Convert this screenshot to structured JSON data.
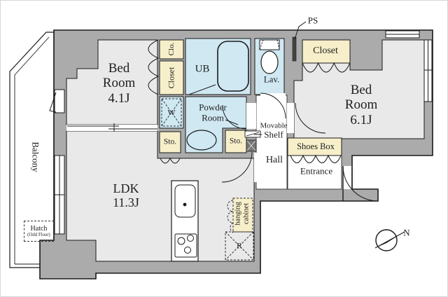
{
  "colors": {
    "wall": "#ababab",
    "floor": "#e9e9e9",
    "wet_area": "#cfe8f2",
    "storage": "#f6efca",
    "outline": "#1a1a1a",
    "white": "#ffffff"
  },
  "rooms": {
    "bedroom_small": {
      "lines": [
        "Bed",
        "Room",
        "4.1J"
      ]
    },
    "bedroom_large": {
      "lines": [
        "Bed",
        "Room",
        "6.1J"
      ]
    },
    "ldk": {
      "lines": [
        "LDK",
        "11.3J"
      ]
    },
    "unit_bath": {
      "label": "UB"
    },
    "lavatory": {
      "label": "Lav."
    },
    "powder_room": {
      "lines": [
        "Powder",
        "Room"
      ]
    },
    "hall": {
      "label": "Hall"
    },
    "entrance": {
      "label": "Entrance"
    },
    "balcony": {
      "label": "Balcony"
    }
  },
  "storage": {
    "clo": "Clo.",
    "closet_small": "Closet",
    "closet_large": "Closet",
    "sto_upper": "Sto.",
    "sto_lower": "Sto.",
    "shoes_box": "Shoes Box",
    "movable_shelf": {
      "lines": [
        "Movable",
        "Shelf"
      ]
    },
    "hanging_cabinet": {
      "lines": [
        "hanging",
        "cabinet"
      ]
    }
  },
  "appliances": {
    "washer": "W",
    "refrigerator": "R"
  },
  "annotations": {
    "pipe_space": "PS",
    "hatch": {
      "lines": [
        "Hatch",
        "(Odd Floor)"
      ]
    },
    "compass_north": "N"
  }
}
